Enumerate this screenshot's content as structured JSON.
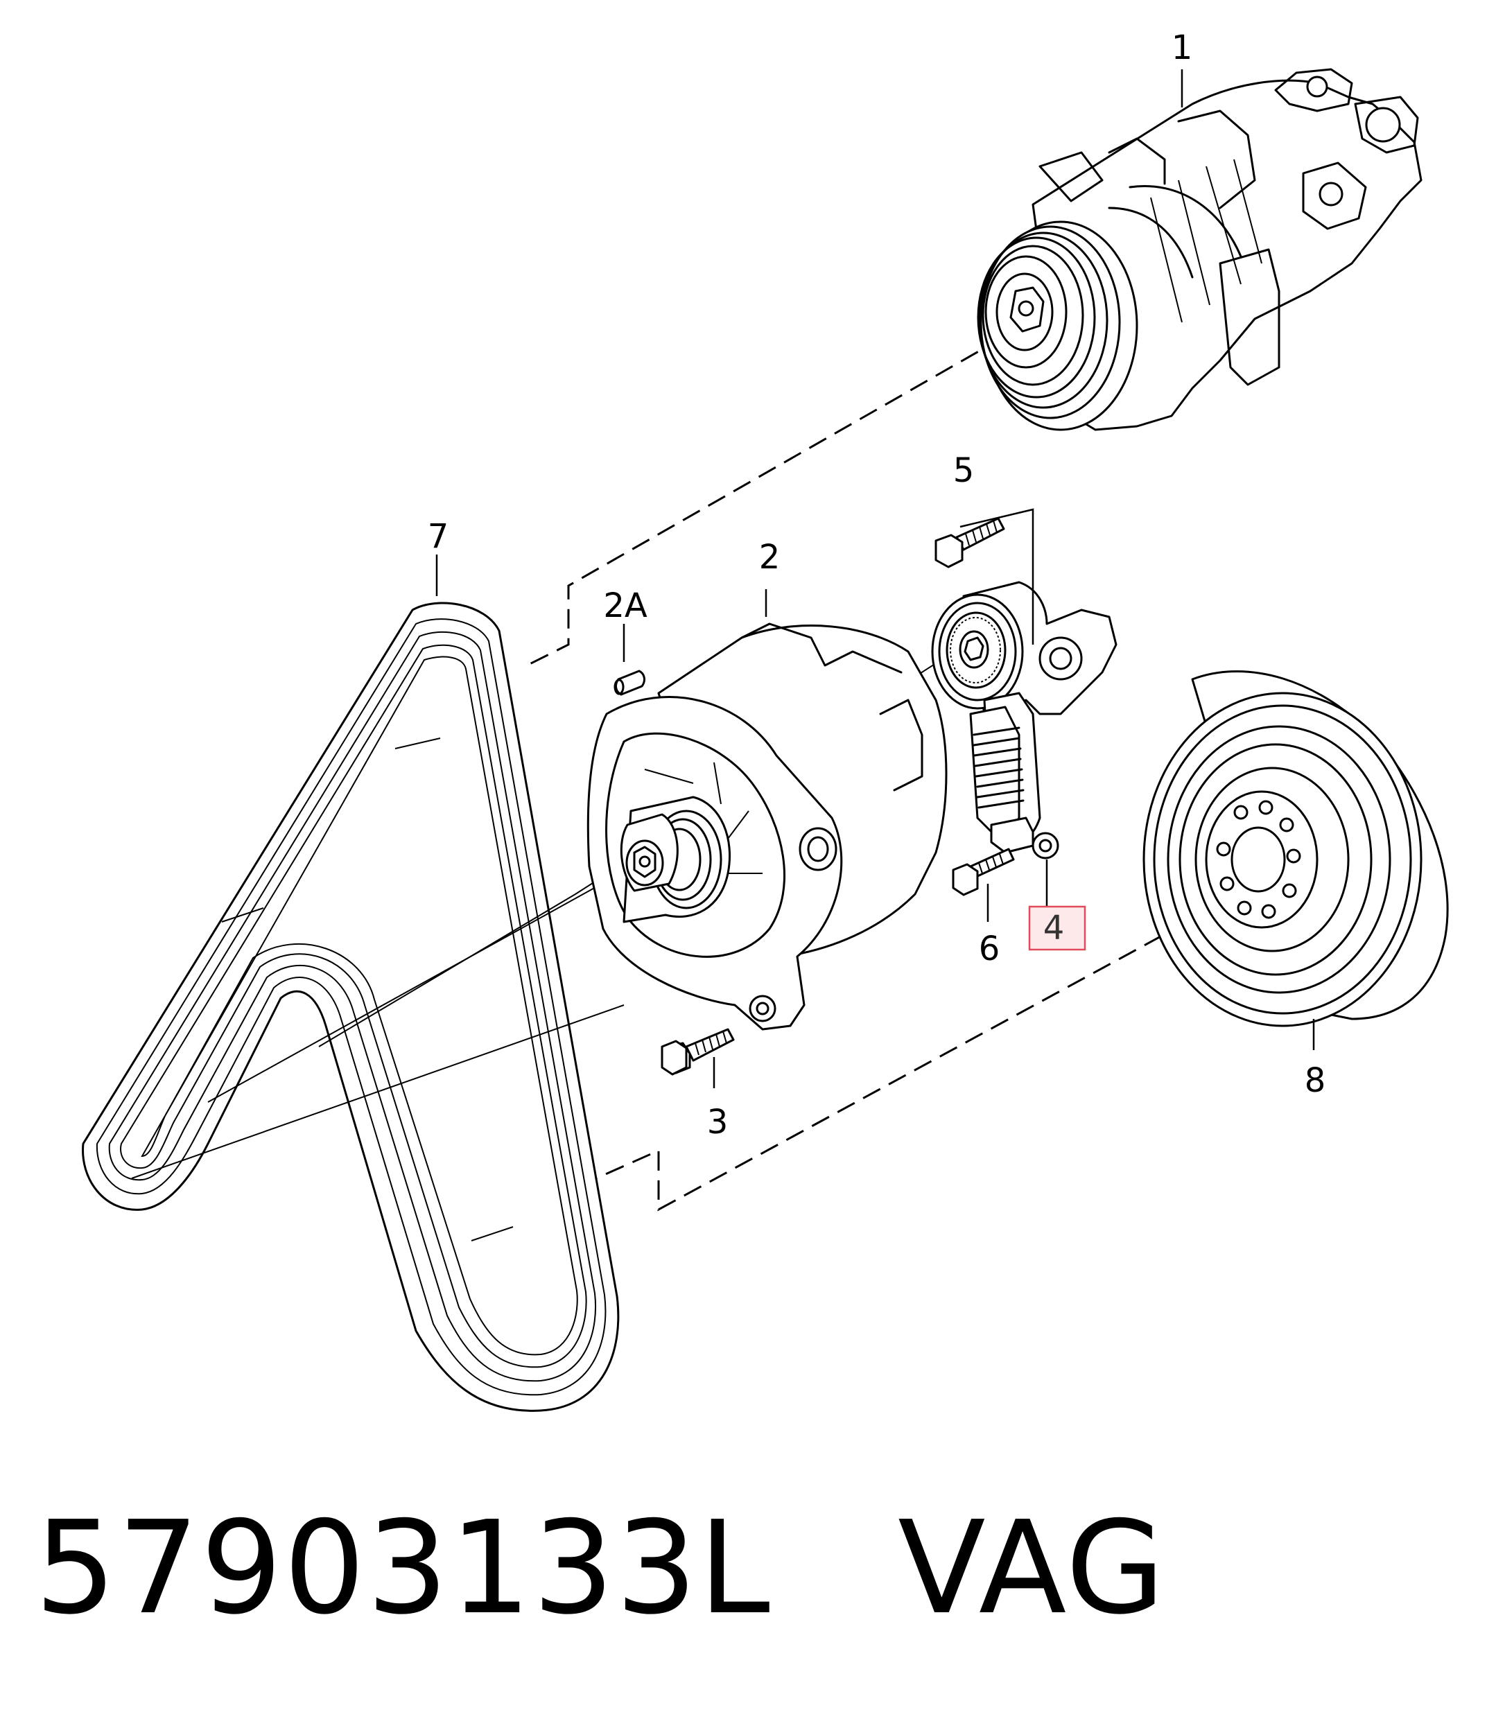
{
  "callouts": {
    "p1": "1",
    "p2": "2",
    "p2a": "2A",
    "p3": "3",
    "p4": "4",
    "p5": "5",
    "p6": "6",
    "p7": "7",
    "p8": "8"
  },
  "highlighted_callout": "4",
  "caption": "57903133L   VAG",
  "colors": {
    "line": "#000000",
    "highlight_fill": "#fde8ea",
    "highlight_border": "#e04a5a"
  }
}
